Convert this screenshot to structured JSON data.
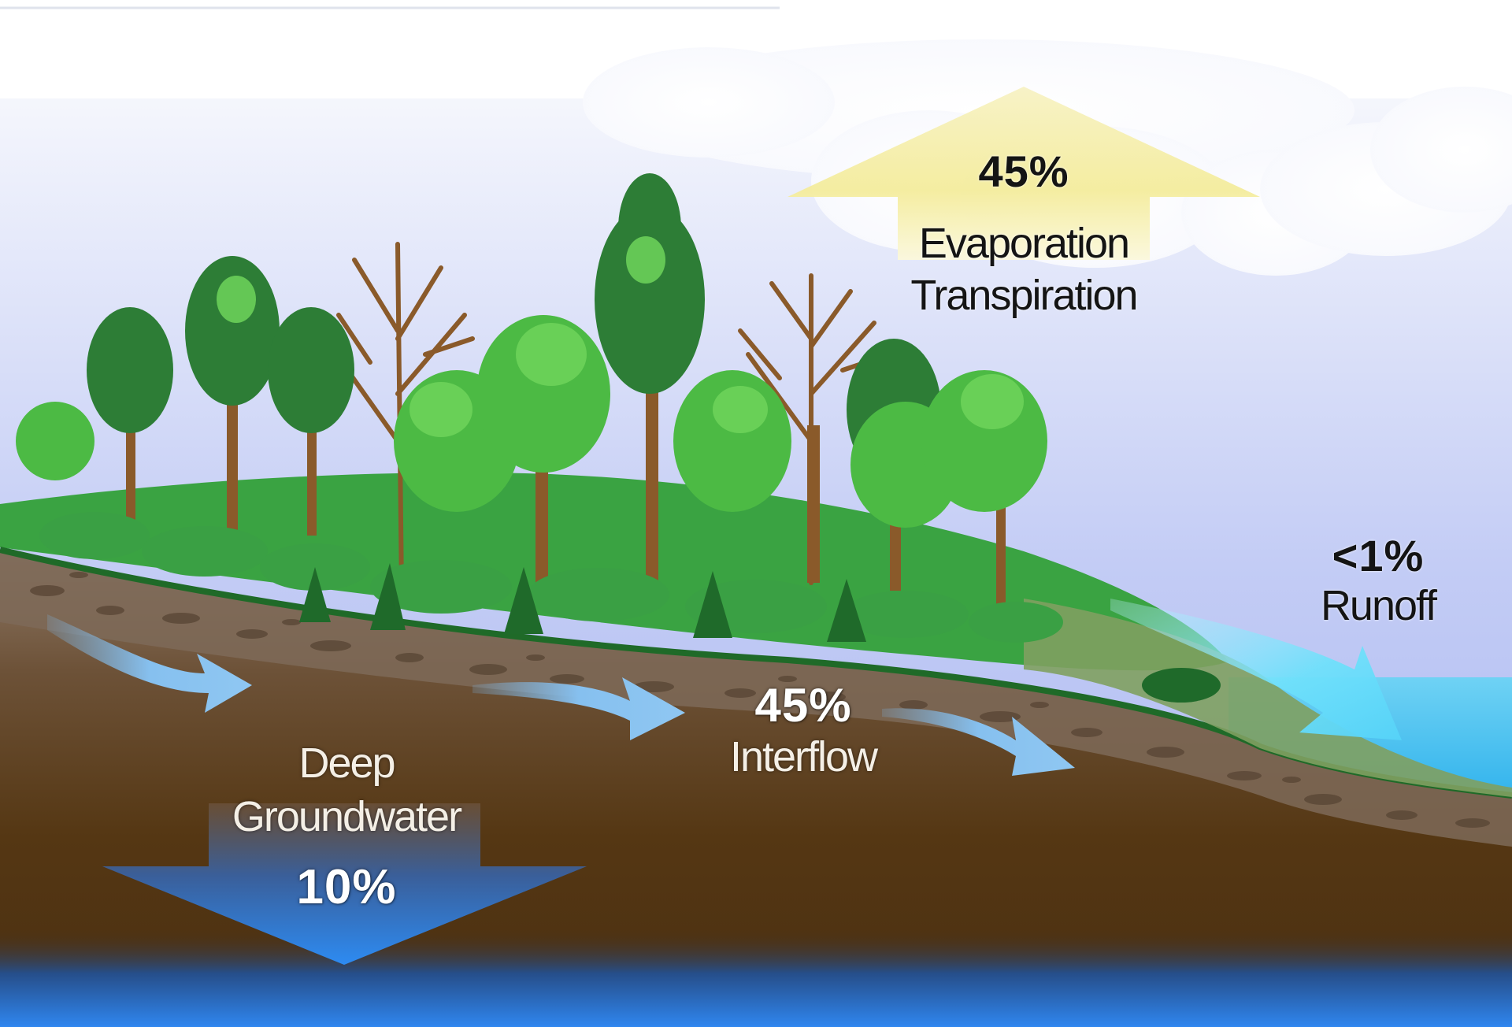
{
  "colors": {
    "sky_top": "#ffffff",
    "sky_bottom": "#a9b8f2",
    "soil_light": "#8a7360",
    "soil_dark": "#4a2f10",
    "groundwater": "#2f7fe8",
    "lake": "#5fc4f0",
    "grass": "#2f9a3a",
    "tree_dark": "#2c7a34",
    "tree_light": "#5cc94e",
    "trunk": "#8a5a2a",
    "flow_arrow": "#8cc4f0",
    "evap_arrow": "#f6eea8"
  },
  "flows": {
    "evapotranspiration": {
      "percent": "45%",
      "line1": "Evaporation",
      "line2": "Transpiration",
      "icon": "up-arrow-icon"
    },
    "runoff": {
      "percent": "<1%",
      "label": "Runoff",
      "icon": "curved-arrow-icon"
    },
    "interflow": {
      "percent": "45%",
      "label": "Interflow",
      "icon": "curved-arrow-icon"
    },
    "deep_groundwater": {
      "line1": "Deep",
      "line2": "Groundwater",
      "percent": "10%",
      "icon": "down-arrow-icon"
    }
  }
}
